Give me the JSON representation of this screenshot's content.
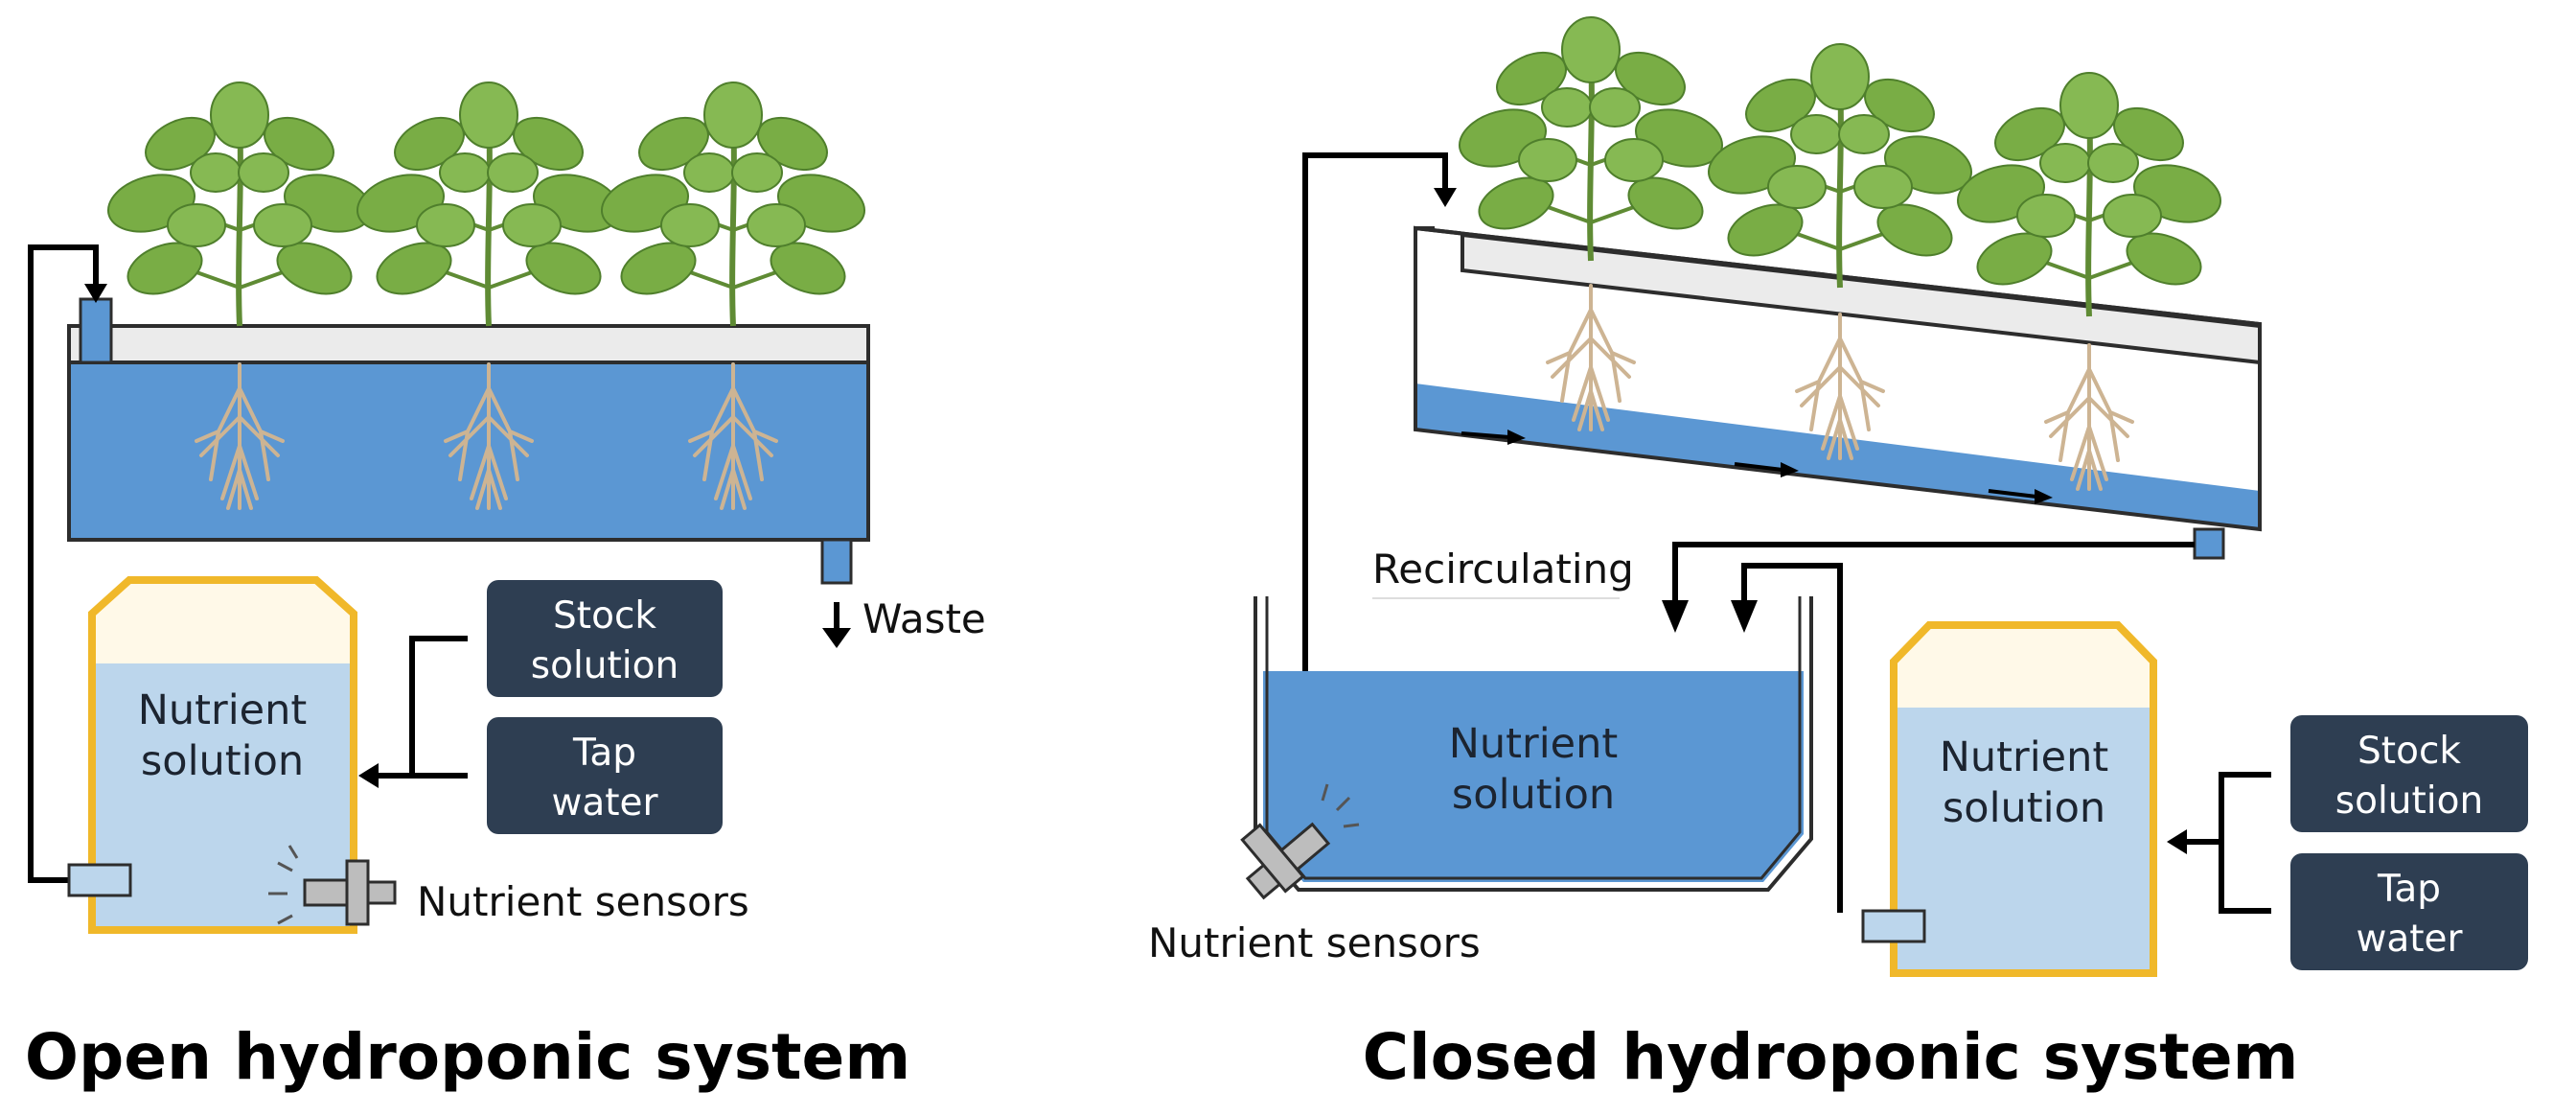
{
  "open_system": {
    "title": "Open hydroponic system",
    "tank_label": [
      "Nutrient",
      "solution"
    ],
    "stock_label": [
      "Stock",
      "solution"
    ],
    "tap_label": [
      "Tap",
      "water"
    ],
    "waste_label": "Waste",
    "sensors_label": "Nutrient sensors"
  },
  "closed_system": {
    "title": "Closed hydroponic system",
    "recirc_label": "Recirculating",
    "tank1_label": [
      "Nutrient",
      "solution"
    ],
    "tank2_label": [
      "Nutrient",
      "solution"
    ],
    "stock_label": [
      "Stock",
      "solution"
    ],
    "tap_label": [
      "Tap",
      "water"
    ],
    "sensors_label": "Nutrient sensors"
  },
  "colors": {
    "water": "#5b97d3",
    "light_water": "#bcd6ec",
    "tank_border": "#f0b82a",
    "box_fill": "#2e3e52",
    "leaf": "#79ad45",
    "root": "#cdb493",
    "panel": "#ebebeb"
  }
}
